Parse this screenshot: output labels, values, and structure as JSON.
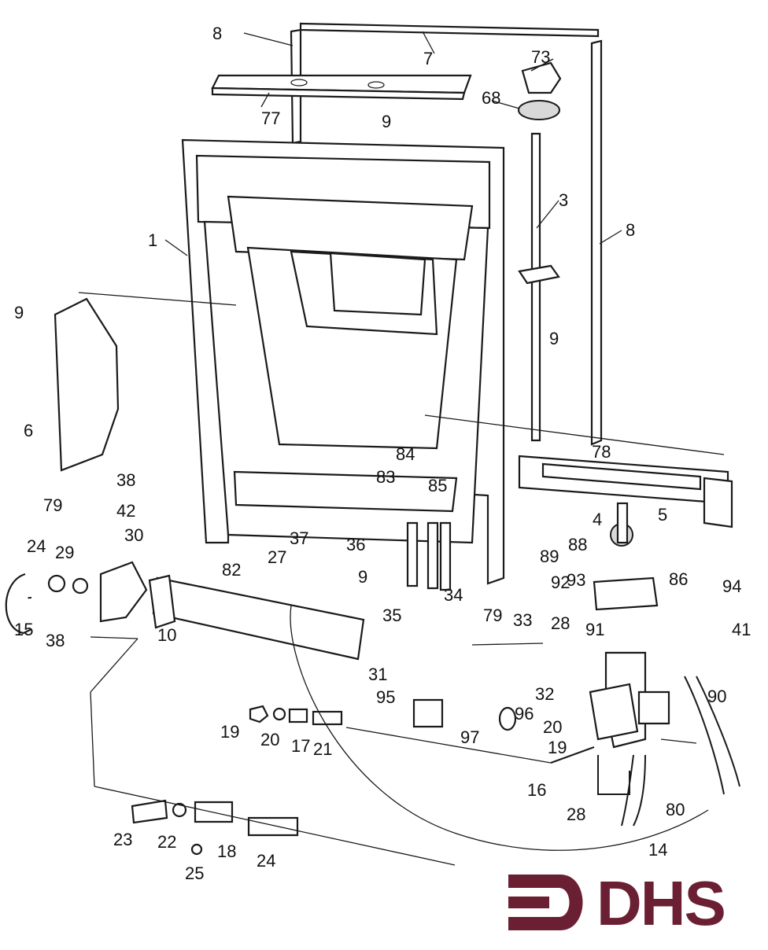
{
  "diagram": {
    "labels": [
      "8",
      "7",
      "73",
      "68",
      "77",
      "9",
      "3",
      "8",
      "1",
      "9",
      "9",
      "6",
      "78",
      "84",
      "83",
      "85",
      "5",
      "4",
      "38",
      "79",
      "42",
      "30",
      "24",
      "29",
      "15",
      "38",
      "10",
      "82",
      "37",
      "36",
      "27",
      "9",
      "35",
      "34",
      "79",
      "88",
      "89",
      "92",
      "93",
      "86",
      "94",
      "41",
      "91",
      "33",
      "28",
      "31",
      "32",
      "90",
      "95",
      "96",
      "97",
      "20",
      "19",
      "19",
      "20",
      "17",
      "21",
      "16",
      "28",
      "80",
      "23",
      "22",
      "18",
      "25",
      "24",
      "14"
    ]
  },
  "logo": {
    "text": "DHS",
    "color": "#6b1f33"
  }
}
